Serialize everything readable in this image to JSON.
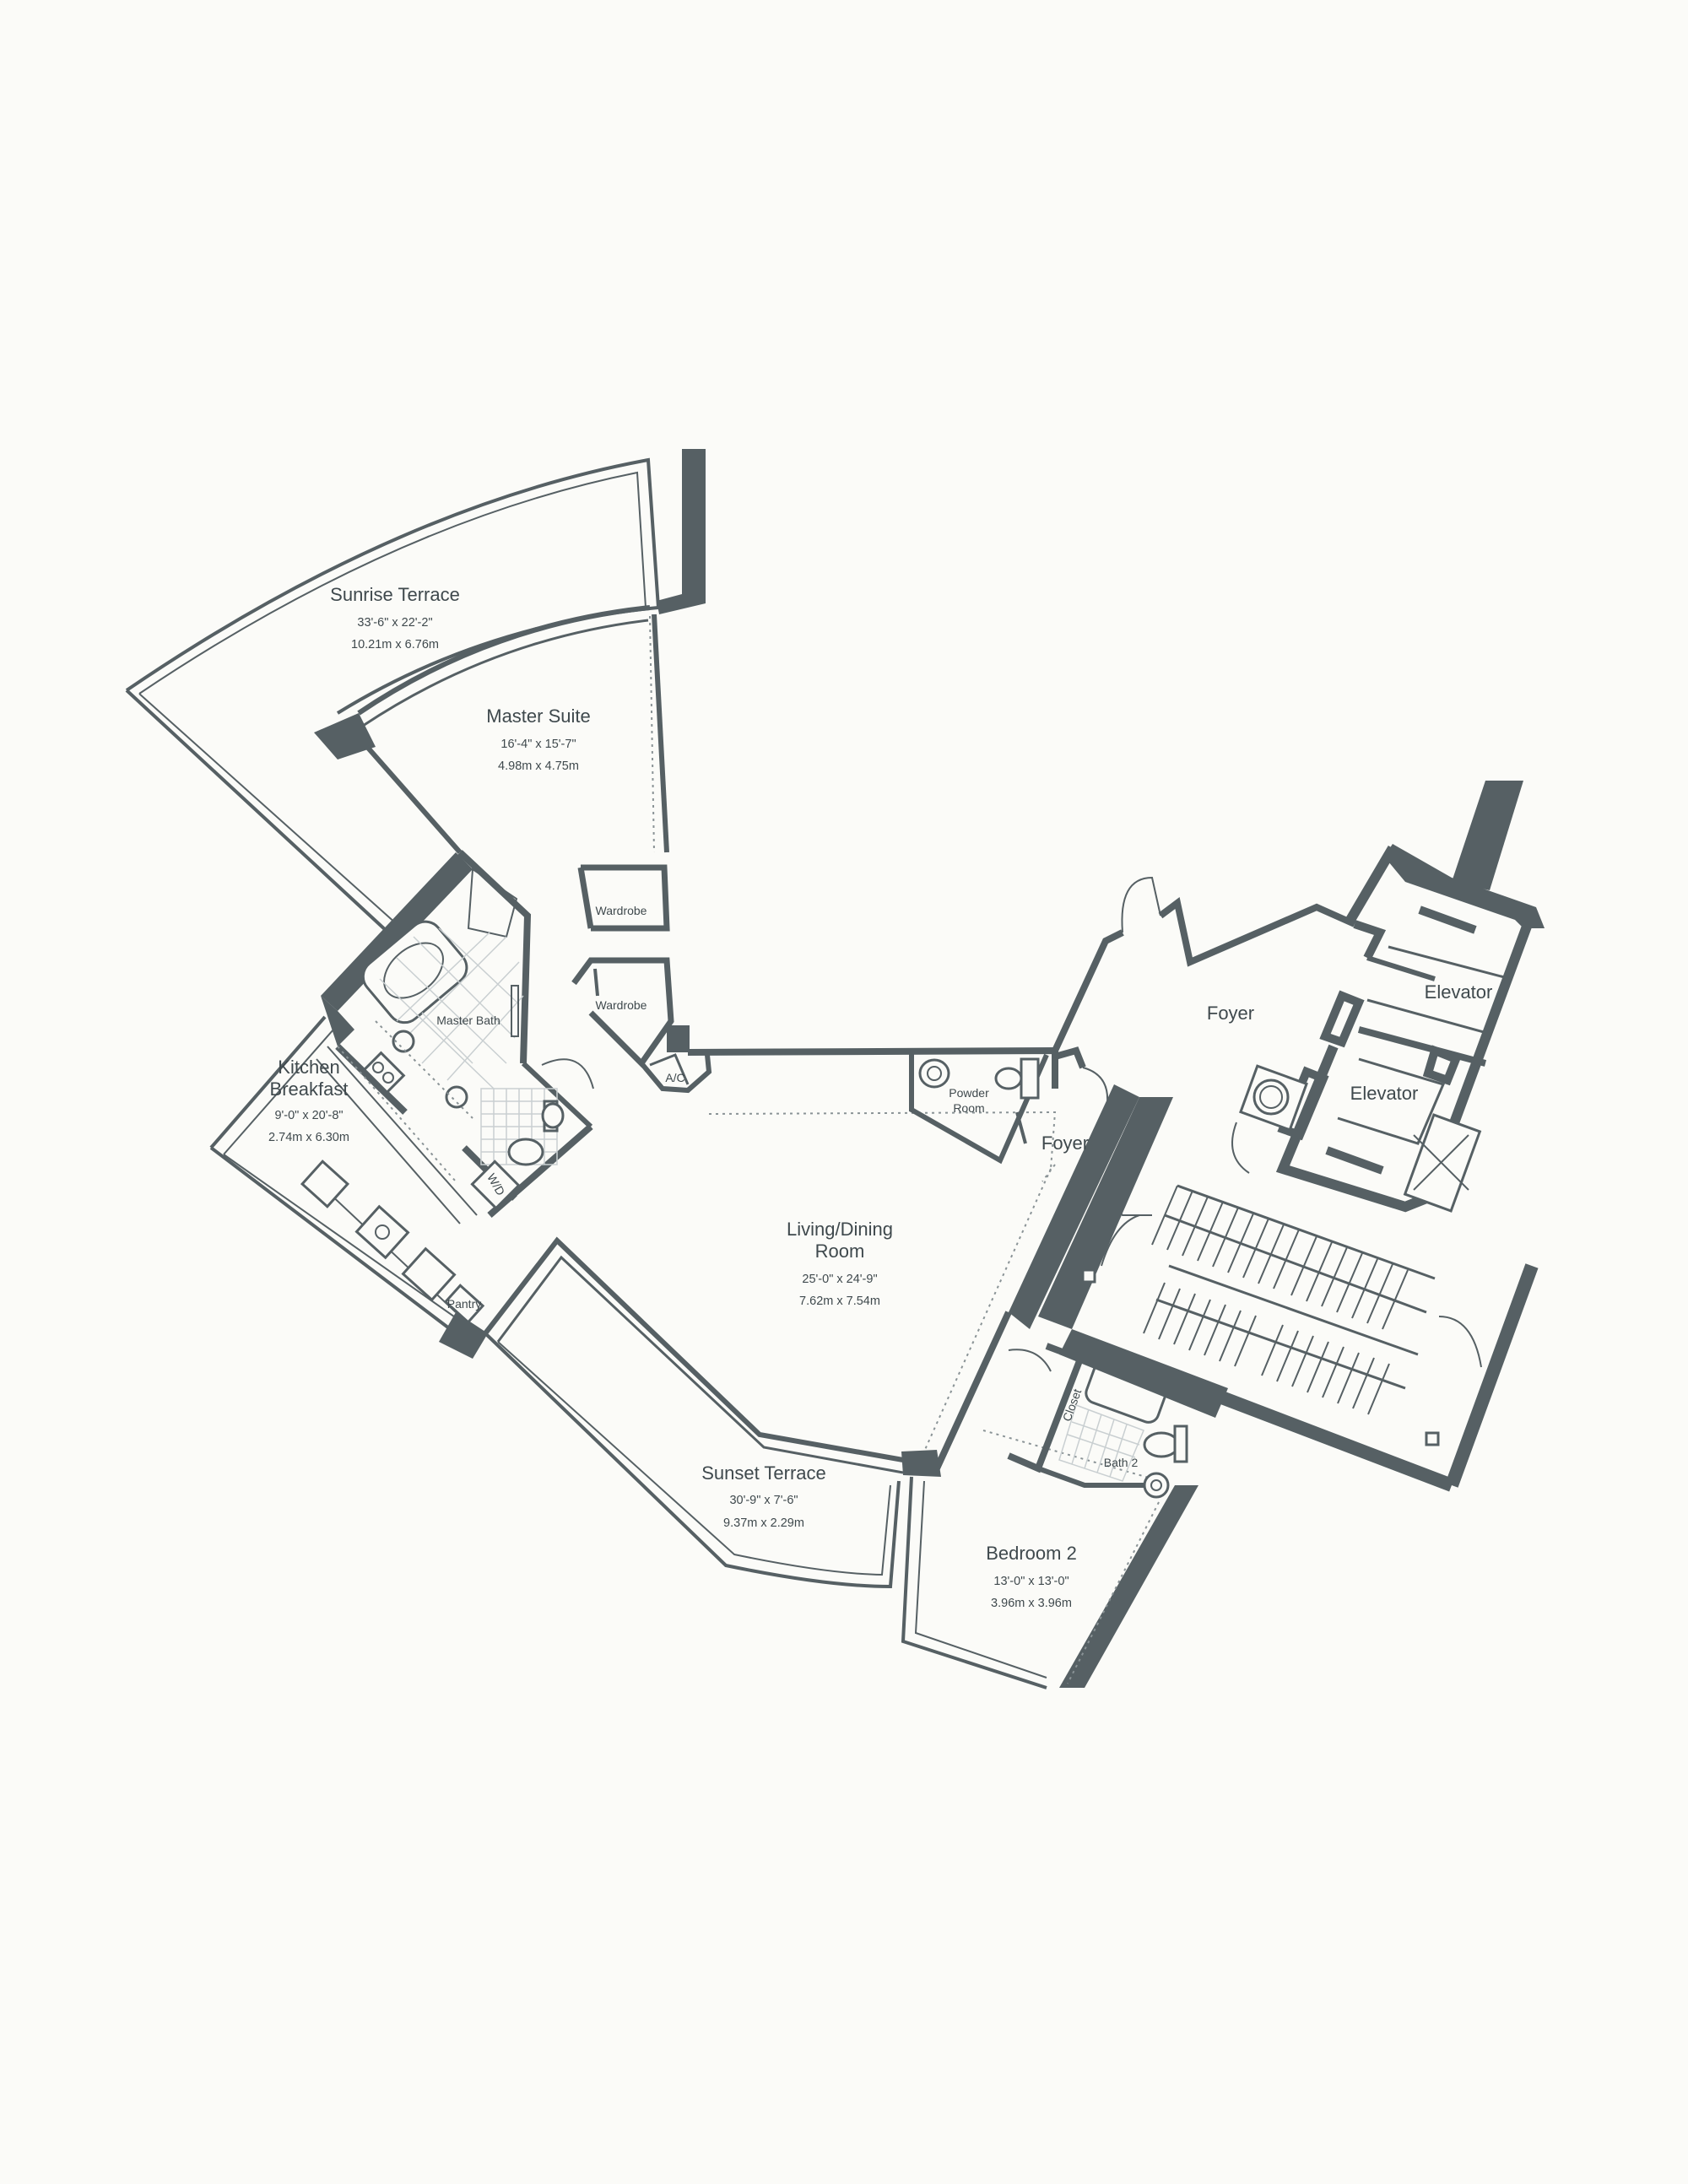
{
  "floorplan": {
    "rooms": {
      "sunrise_terrace": {
        "name": "Sunrise Terrace",
        "imperial": "33'-6\" x 22'-2\"",
        "metric": "10.21m x 6.76m"
      },
      "master_suite": {
        "name": "Master Suite",
        "imperial": "16'-4\" x 15'-7\"",
        "metric": "4.98m x 4.75m"
      },
      "kitchen": {
        "name_line1": "Kitchen",
        "name_line2": "Breakfast",
        "imperial": "9'-0\" x 20'-8\"",
        "metric": "2.74m x 6.30m"
      },
      "living_dining": {
        "name_line1": "Living/Dining",
        "name_line2": "Room",
        "imperial": "25'-0\" x 24'-9\"",
        "metric": "7.62m x 7.54m"
      },
      "sunset_terrace": {
        "name": "Sunset Terrace",
        "imperial": "30'-9\" x 7'-6\"",
        "metric": "9.37m x 2.29m"
      },
      "bedroom_2": {
        "name": "Bedroom 2",
        "imperial": "13'-0\" x 13'-0\"",
        "metric": "3.96m x 3.96m"
      }
    },
    "labels": {
      "wardrobe_upper": "Wardrobe",
      "wardrobe_lower": "Wardrobe",
      "master_bath": "Master Bath",
      "ac": "A/C",
      "powder_room_line1": "Powder",
      "powder_room_line2": "Room",
      "foyer_main": "Foyer",
      "foyer_entry": "Foyer",
      "elevator_upper": "Elevator",
      "elevator_lower": "Elevator",
      "bath_2": "Bath 2",
      "closet": "Closet",
      "pantry": "Pantry",
      "wd": "W/D"
    }
  }
}
